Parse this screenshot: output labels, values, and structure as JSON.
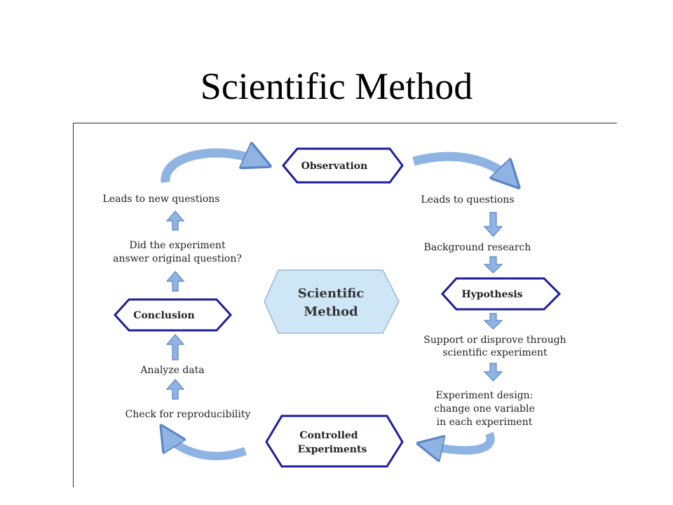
{
  "title": "Scientific Method",
  "center": {
    "line1": "Scientific",
    "line2": "Method"
  },
  "boxes": {
    "observation": "Observation",
    "hypothesis": "Hypothesis",
    "controlled_line1": "Controlled",
    "controlled_line2": "Experiments",
    "conclusion": "Conclusion"
  },
  "steps": {
    "leads_to_questions": "Leads to questions",
    "background_research": "Background research",
    "support_line1": "Support or disprove through",
    "support_line2": "scientific experiment",
    "design_line1": "Experiment design:",
    "design_line2": "change one variable",
    "design_line3": "in each experiment",
    "check_reproducibility": "Check for reproducibility",
    "analyze_data": "Analyze data",
    "did_line1": "Did the experiment",
    "did_line2": "answer original question?",
    "leads_new_questions": "Leads to new questions"
  },
  "colors": {
    "arrow_fill": "#8fb4e3",
    "arrow_stroke": "#5b84c4",
    "box_stroke": "#1e1e9a",
    "center_fill": "#cfe6f7"
  }
}
